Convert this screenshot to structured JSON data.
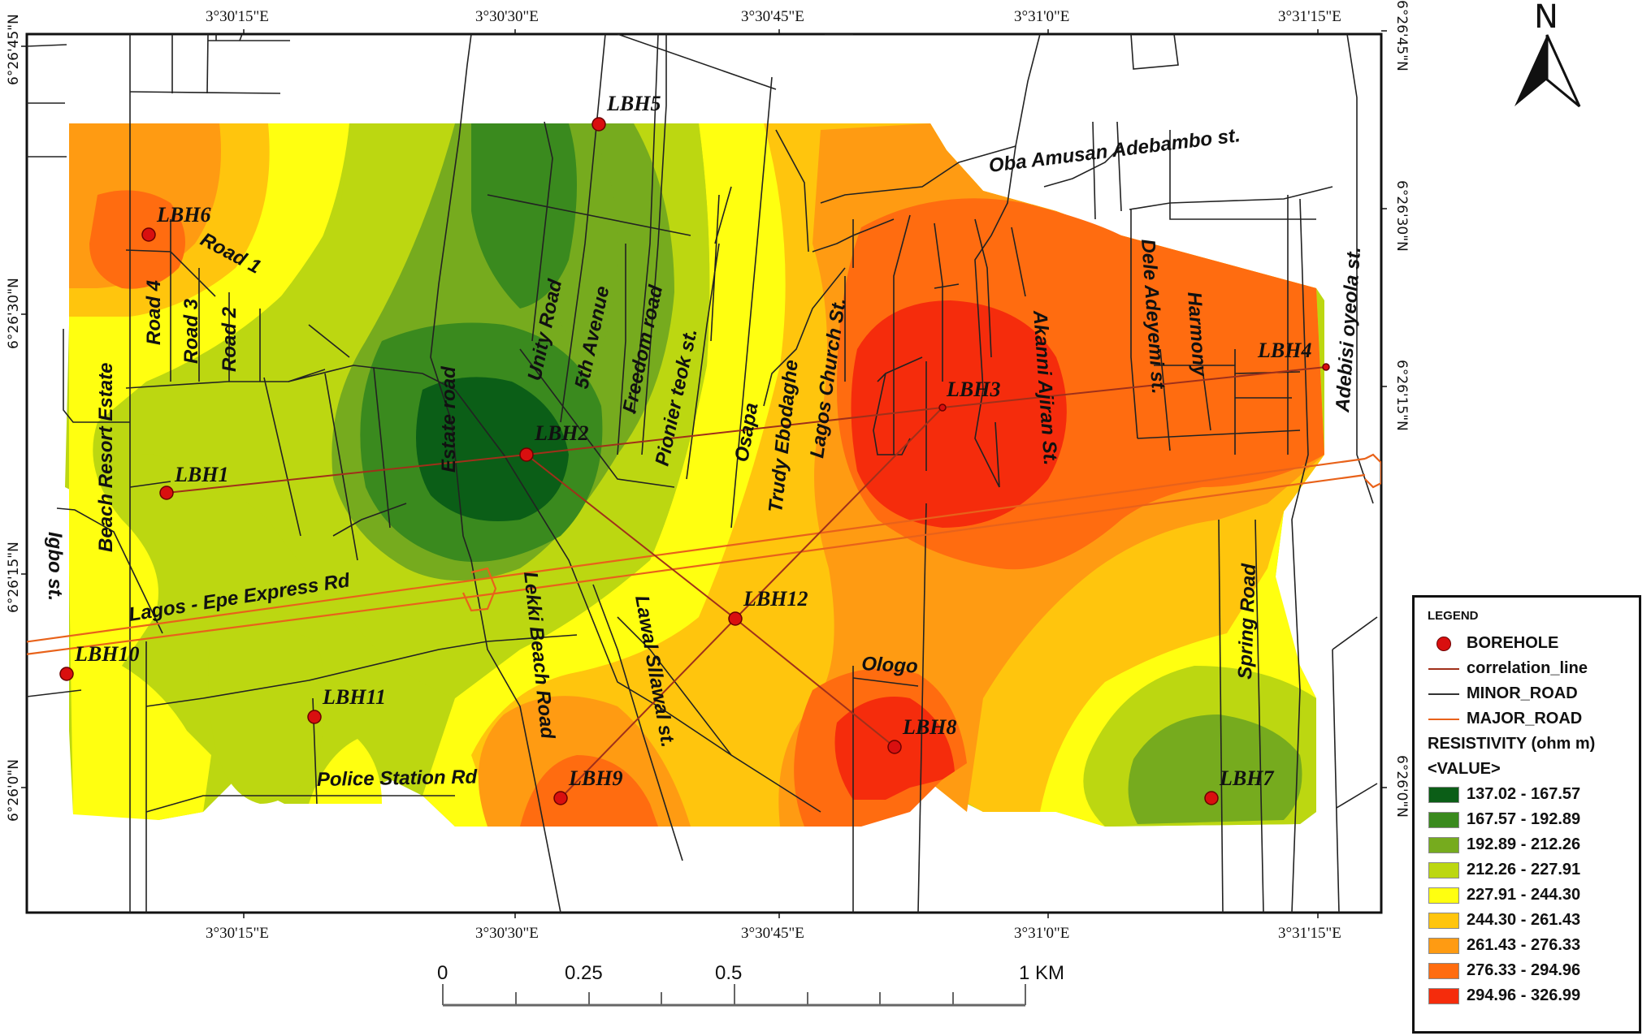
{
  "map": {
    "north_arrow": {
      "label": "N"
    },
    "top_axis_labels": [
      "3°30'15\"E",
      "3°30'30\"E",
      "3°30'45\"E",
      "3°31'0\"E",
      "3°31'15\"E"
    ],
    "bottom_axis_labels": [
      "3°30'15\"E",
      "3°30'30\"E",
      "3°30'45\"E",
      "3°31'0\"E",
      "3°31'15\"E"
    ],
    "left_axis_labels": [
      "6°26'45\"N",
      "6°26'30\"N",
      "6°26'15\"N",
      "6°26'0\"N"
    ],
    "right_axis_labels": [
      "6°26'45\"N",
      "6°26'30\"N",
      "6°26'15\"N",
      "6°26'0\"N"
    ],
    "scale_bar": {
      "labels": [
        "0",
        "0.25",
        "0.5",
        "1 KM"
      ]
    },
    "boreholes": [
      {
        "id": "LBH1",
        "label": "LBH1"
      },
      {
        "id": "LBH2",
        "label": "LBH2"
      },
      {
        "id": "LBH3",
        "label": "LBH3"
      },
      {
        "id": "LBH4",
        "label": "LBH4"
      },
      {
        "id": "LBH5",
        "label": "LBH5"
      },
      {
        "id": "LBH6",
        "label": "LBH6"
      },
      {
        "id": "LBH7",
        "label": "LBH7"
      },
      {
        "id": "LBH8",
        "label": "LBH8"
      },
      {
        "id": "LBH9",
        "label": "LBH9"
      },
      {
        "id": "LBH10",
        "label": "LBH10"
      },
      {
        "id": "LBH11",
        "label": "LBH11"
      },
      {
        "id": "LBH12",
        "label": "LBH12"
      }
    ],
    "road_labels": {
      "road1": "Road 1",
      "road2": "Road 2",
      "road3": "Road 3",
      "road4": "Road 4",
      "beach_resort": "Beach Resort Estate",
      "igbo": "Igbo st.",
      "lagos_epe": "Lagos - Epe Express Rd",
      "estate_road": "Estate road",
      "unity": "Unity Road",
      "fifth_avenue": "5th Avenue",
      "freedom": "Freedom road",
      "pionier": "Pionier teok st.",
      "osapa": "Osapa",
      "trudy": "Trudy Ebodaghe",
      "lagos_church": "Lagos Church St.",
      "oba_amusan": "Oba Amusan Adebambo st.",
      "akanni": "Akanni Ajiran St.",
      "dele": "Dele Adeyemi st.",
      "harmony": "Harmony",
      "adebisi": "Adebisi oyeola st.",
      "lekki_beach": "Lekki Beach Road",
      "lawal": "Lawal Sllawal st.",
      "ologo": "Ologo",
      "spring": "Spring Road",
      "police": "Police Station Rd"
    }
  },
  "legend": {
    "title": "LEGEND",
    "items": [
      {
        "label": "BOREHOLE",
        "color": "#d90f0f"
      },
      {
        "label": "correlation_line",
        "color": "#a0301a"
      },
      {
        "label": "MINOR_ROAD",
        "color": "#333333"
      },
      {
        "label": "MAJOR_ROAD",
        "color": "#e8621a"
      }
    ],
    "resistivity_heading": "RESISTIVITY (ohm m)",
    "value_heading": "<VALUE>",
    "classes": [
      {
        "label": "137.02 - 167.57",
        "color": "#0b5e17"
      },
      {
        "label": "167.57 - 192.89",
        "color": "#3a8a1e"
      },
      {
        "label": "192.89 - 212.26",
        "color": "#76ab1e"
      },
      {
        "label": "212.26 - 227.91",
        "color": "#bcd711"
      },
      {
        "label": "227.91 - 244.30",
        "color": "#ffff10"
      },
      {
        "label": "244.30 - 261.43",
        "color": "#ffc50d"
      },
      {
        "label": "261.43 - 276.33",
        "color": "#ff9b12"
      },
      {
        "label": "276.33 - 294.96",
        "color": "#ff6c10"
      },
      {
        "label": "294.96 - 326.99",
        "color": "#f52c0c"
      }
    ]
  }
}
